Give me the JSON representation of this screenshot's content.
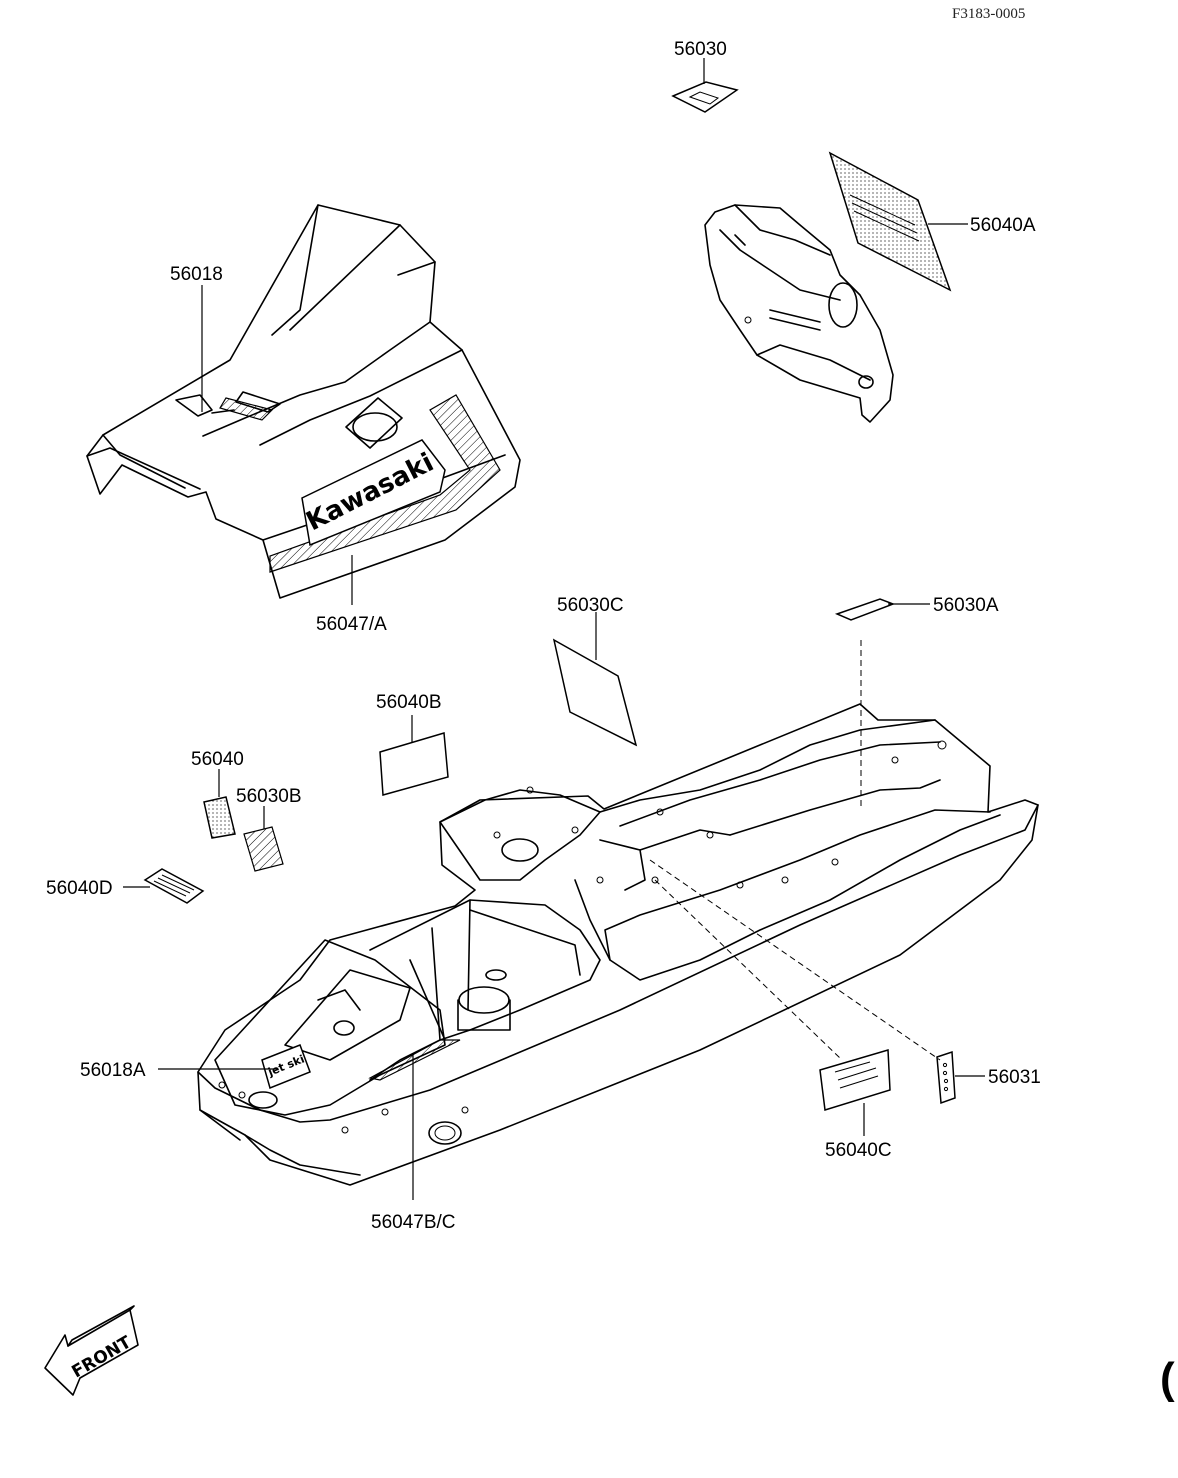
{
  "reference_code": "F3183-0005",
  "brand_decal_text": "Kawasaki",
  "jetski_decal_text": "jet ski",
  "front_label": "FRONT",
  "parts": {
    "p56030": "56030",
    "p56040A": "56040A",
    "p56018": "56018",
    "p56047A": "56047/A",
    "p56030C": "56030C",
    "p56030A": "56030A",
    "p56040B": "56040B",
    "p56040": "56040",
    "p56030B": "56030B",
    "p56040D": "56040D",
    "p56018A": "56018A",
    "p56031": "56031",
    "p56040C": "56040C",
    "p56047BC": "56047B/C"
  },
  "edge_mark": "("
}
